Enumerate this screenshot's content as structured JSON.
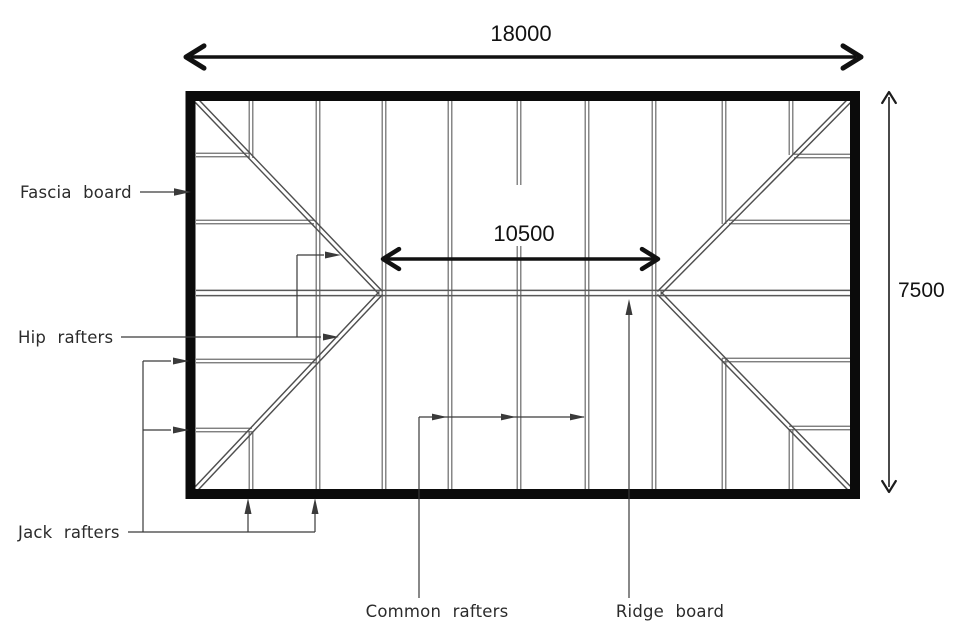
{
  "diagram": {
    "type": "hip-roof-framing-plan",
    "dimensions": {
      "overall_length": "18000",
      "ridge_length": "10500",
      "overall_width": "7500"
    },
    "labels": {
      "fascia_board": "Fascia board",
      "hip_rafters": "Hip rafters",
      "jack_rafters": "Jack rafters",
      "common_rafters": "Common rafters",
      "ridge_board": "Ridge board"
    },
    "colors": {
      "background": "#ffffff",
      "outline": "#0b0b0b",
      "rafter_line": "#6e6e6e",
      "hip_line": "#4f4f4f",
      "dimension": "#111111",
      "leader": "#3a3a3a",
      "label_text": "#2b2b2b"
    }
  }
}
